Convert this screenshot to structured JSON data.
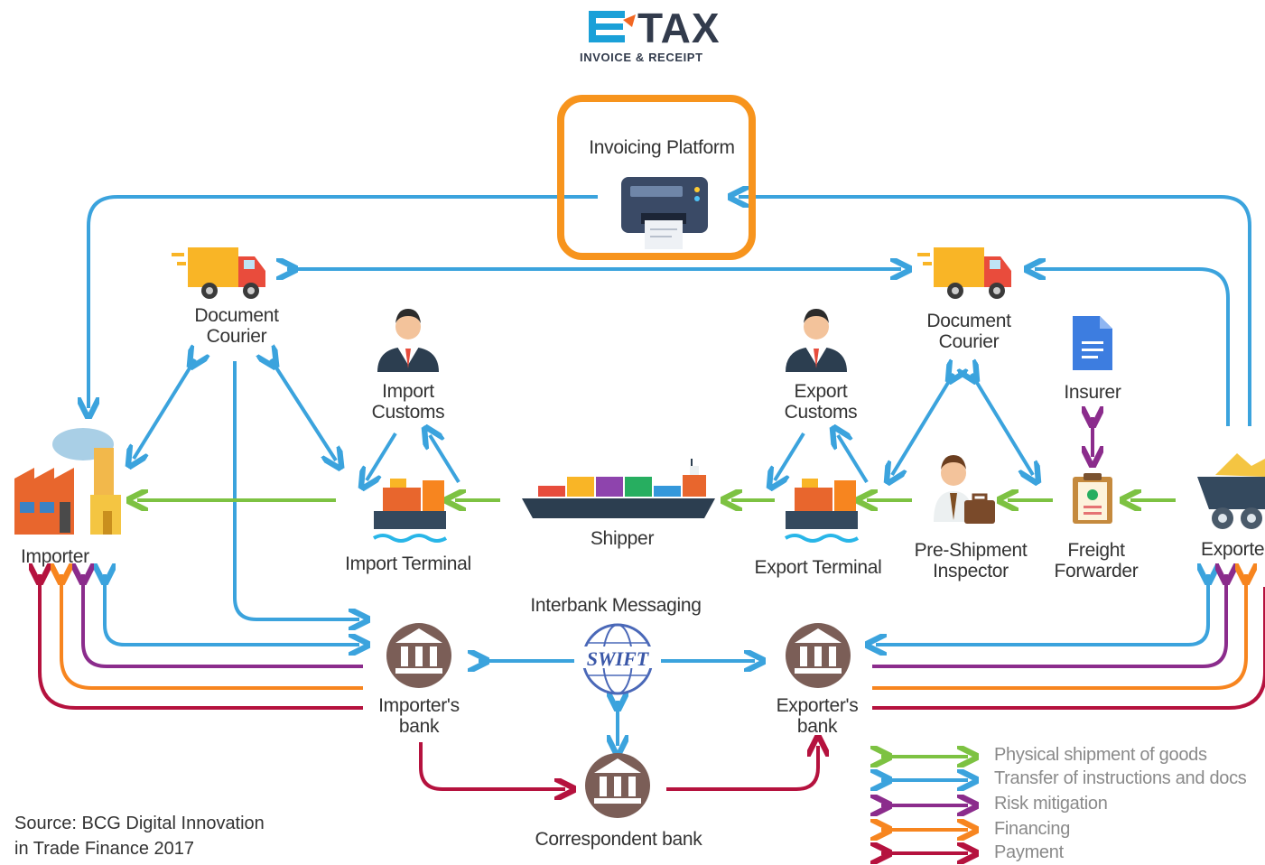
{
  "logo": {
    "word": "TAX",
    "subtitle": "INVOICE & RECEIPT",
    "mark_color": "#1aa0d8",
    "accent_color": "#f26722"
  },
  "highlight_color": "#f7941d",
  "nodes": {
    "invoicing_platform": "Invoicing Platform",
    "courier_left": "Document\nCourier",
    "courier_right": "Document\nCourier",
    "import_customs": "Import\nCustoms",
    "export_customs": "Export\nCustoms",
    "insurer": "Insurer",
    "importer": "Importer",
    "exporter": "Exporter",
    "import_terminal": "Import Terminal",
    "export_terminal": "Export Terminal",
    "shipper": "Shipper",
    "pre_shipment": "Pre-Shipment\nInspector",
    "freight_forwarder": "Freight\nForwarder",
    "interbank": "Interbank Messaging",
    "swift": "SWIFT",
    "importers_bank": "Importer's\nbank",
    "exporters_bank": "Exporter's\nbank",
    "correspondent_bank": "Correspondent bank"
  },
  "legend": [
    {
      "label": "Physical shipment of goods",
      "color": "#7dc242"
    },
    {
      "label": "Transfer of instructions and docs",
      "color": "#3ba3dd"
    },
    {
      "label": "Risk mitigation",
      "color": "#8b2c8c"
    },
    {
      "label": "Financing",
      "color": "#f7851f"
    },
    {
      "label": "Payment",
      "color": "#b5123e"
    }
  ],
  "source": "Source: BCG Digital Innovation\nin Trade Finance 2017"
}
